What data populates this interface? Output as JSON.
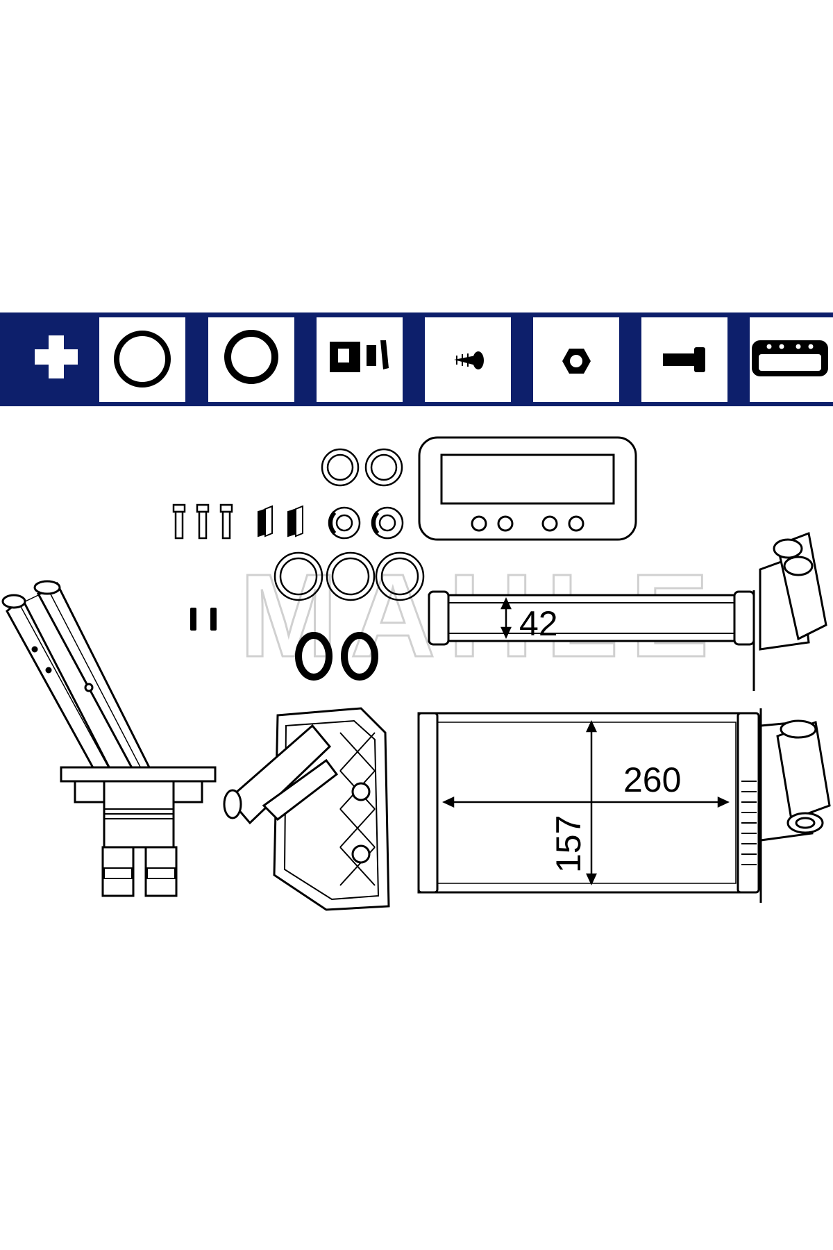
{
  "watermark": "MAHLE",
  "accent_color": "#0d1f6b",
  "icon_strip": [
    {
      "icon": "plus-icon"
    },
    {
      "icon": "o-ring-large-icon"
    },
    {
      "icon": "o-ring-icon"
    },
    {
      "icon": "clip-icon"
    },
    {
      "icon": "screw-icon"
    },
    {
      "icon": "nut-icon"
    },
    {
      "icon": "bolt-icon"
    },
    {
      "icon": "gasket-icon"
    }
  ],
  "dimensions": {
    "depth": "42",
    "width": "260",
    "height": "157"
  }
}
